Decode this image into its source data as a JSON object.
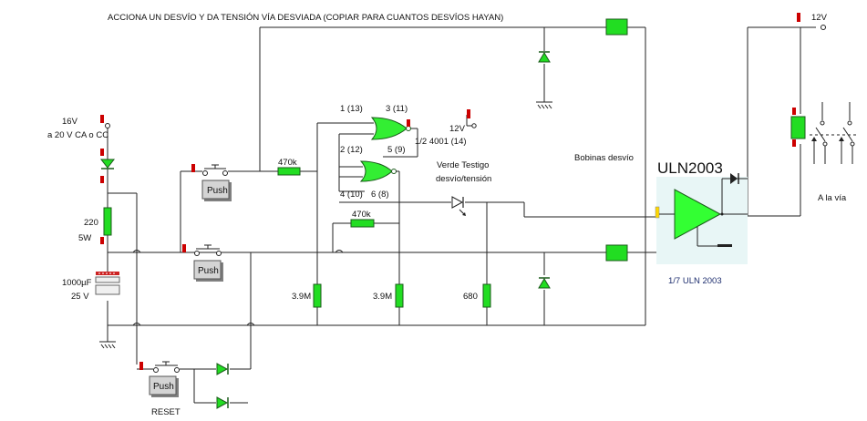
{
  "title": "ACCIONA UN DESVÍO Y DA TENSIÓN VÍA  DESVIADA (COPIAR PARA CUANTOS DESVÍOS HAYAN)",
  "power": {
    "input_voltage": "16V",
    "input_type": "a 20 V CA o CC",
    "resistor_value": "220",
    "resistor_power": "5W",
    "capacitor_value": "1000µF",
    "capacitor_voltage": "25 V"
  },
  "buttons": {
    "push_1": "Push",
    "push_2": "Push",
    "push_3": "Push",
    "reset_label": "RESET"
  },
  "gate": {
    "pin_1_13": "1 (13)",
    "pin_3_11": "3 (11)",
    "pin_2_12": "2 (12)",
    "pin_5_9": "5 (9)",
    "pin_4_10": "4 (10)",
    "pin_6_8": "6 (8)",
    "vcc": "12V",
    "chip": "1/2 4001 (14)"
  },
  "resistors": {
    "r_top": "470k",
    "r_mid": "470k",
    "r_a": "3.9M",
    "r_b": "3.9M",
    "r_led": "680"
  },
  "led": {
    "line1": "Verde Testigo",
    "line2": "desvío/tensión"
  },
  "coils_label": "Bobinas desvío",
  "uln": {
    "name": "ULN2003",
    "fraction": "1/7 ULN 2003"
  },
  "relay": {
    "supply": "12V",
    "track_label": "A la vía"
  }
}
